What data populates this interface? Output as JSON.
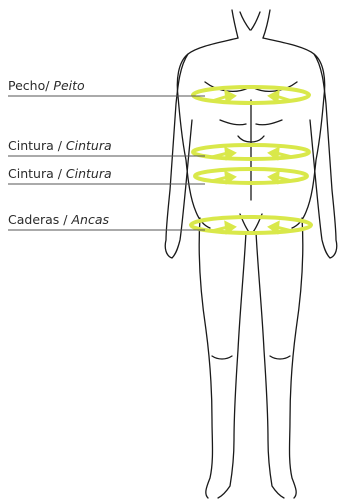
{
  "diagram": {
    "labels": [
      {
        "id": "chest",
        "text": "Pecho/ ",
        "italic": "Peito"
      },
      {
        "id": "waist1",
        "text": "Cintura / ",
        "italic": "Cintura"
      },
      {
        "id": "waist2",
        "text": "Cintura / ",
        "italic": "Cintura"
      },
      {
        "id": "hips",
        "text": "Caderas / ",
        "italic": "Ancas"
      }
    ],
    "colors": {
      "outline": "#1a1a1a",
      "measure_band": "#d9e84a",
      "arrow": "#d9e84a",
      "leader_line": "#555555"
    },
    "icons": [
      "body-outline",
      "measurement-band",
      "circular-arrow"
    ]
  }
}
